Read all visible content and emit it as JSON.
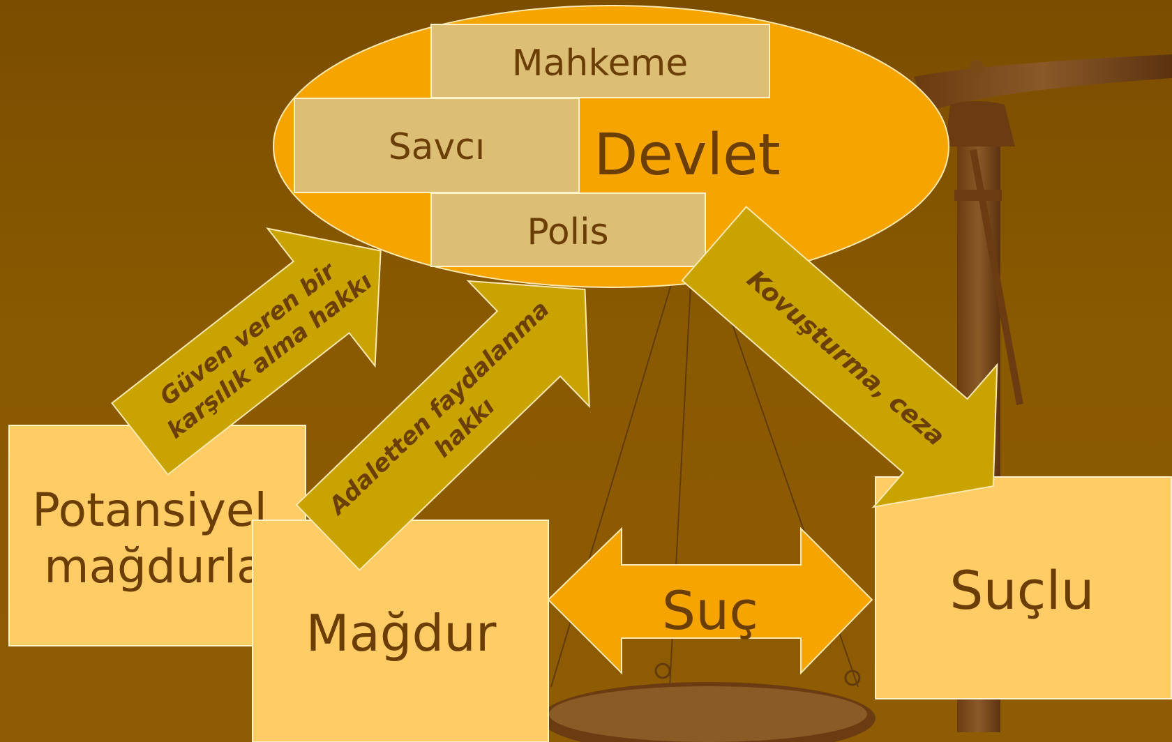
{
  "state": {
    "name": "Devlet",
    "institutions": {
      "court": "Mahkeme",
      "prosecutor": "Savcı",
      "police": "Polis"
    }
  },
  "parties": {
    "potential_victims": [
      "Potansiyel",
      "mağdurlar"
    ],
    "victim": "Mağdur",
    "offender": "Suçlu"
  },
  "relations": {
    "crime": "Suç",
    "confidence": [
      "Güven veren bir",
      "karşılık alma hakkı"
    ],
    "justice": [
      "Adaletten faydalanma",
      "hakkı"
    ],
    "prosecution": "Kovuşturma, ceza"
  },
  "colors": {
    "background": "#7f5000",
    "ellipse": "#f5a400",
    "institution_box": "#dcbf74",
    "party_box": "#ffcc66",
    "olive_arrow": "#c9a300",
    "crime_arrow": "#f5a400",
    "text": "#6b3e05"
  }
}
